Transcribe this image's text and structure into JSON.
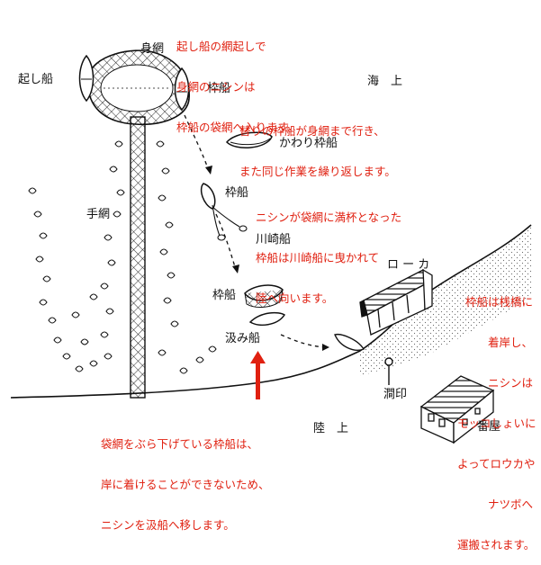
{
  "labels": {
    "okoshibune": "起し船",
    "mi_ami": "身網",
    "wakubune_top": "枠船",
    "kaijo": "海　上",
    "kawari_wakubune": "かわり枠船",
    "wakubune_mid": "枠船",
    "te_ami": "手網",
    "kawasakisen": "川崎船",
    "roka": "ロ ー カ",
    "wakubune_low": "枠船",
    "kumibune": "汲み船",
    "sadojirushi": "澗印",
    "rikujo": "陸　上",
    "banya": "番屋"
  },
  "notes": {
    "top": [
      "起し船の網起しで",
      "身網のニシンは",
      "枠船の袋網へ入ります。"
    ],
    "replace": [
      "替りの枠船が身網まで行き、",
      "また同じ作業を繰り返します。"
    ],
    "full": [
      "ニシンが袋網に満杯となった",
      "枠船は川崎船に曳かれて",
      "陸へ向います。"
    ],
    "pier": [
      "枠船は桟橋に",
      "着岸し、",
      "ニシンは",
      "モッコしょいに",
      "よってロウカや",
      "ナツボへ",
      "運搬されます。"
    ],
    "bottom": [
      "袋網をぶら下げている枠船は、",
      "岸に着けることができないため、",
      "ニシンを汲船へ移します。"
    ]
  },
  "colors": {
    "ink": "#111111",
    "note": "#e02010",
    "arrow": "#e02010"
  }
}
